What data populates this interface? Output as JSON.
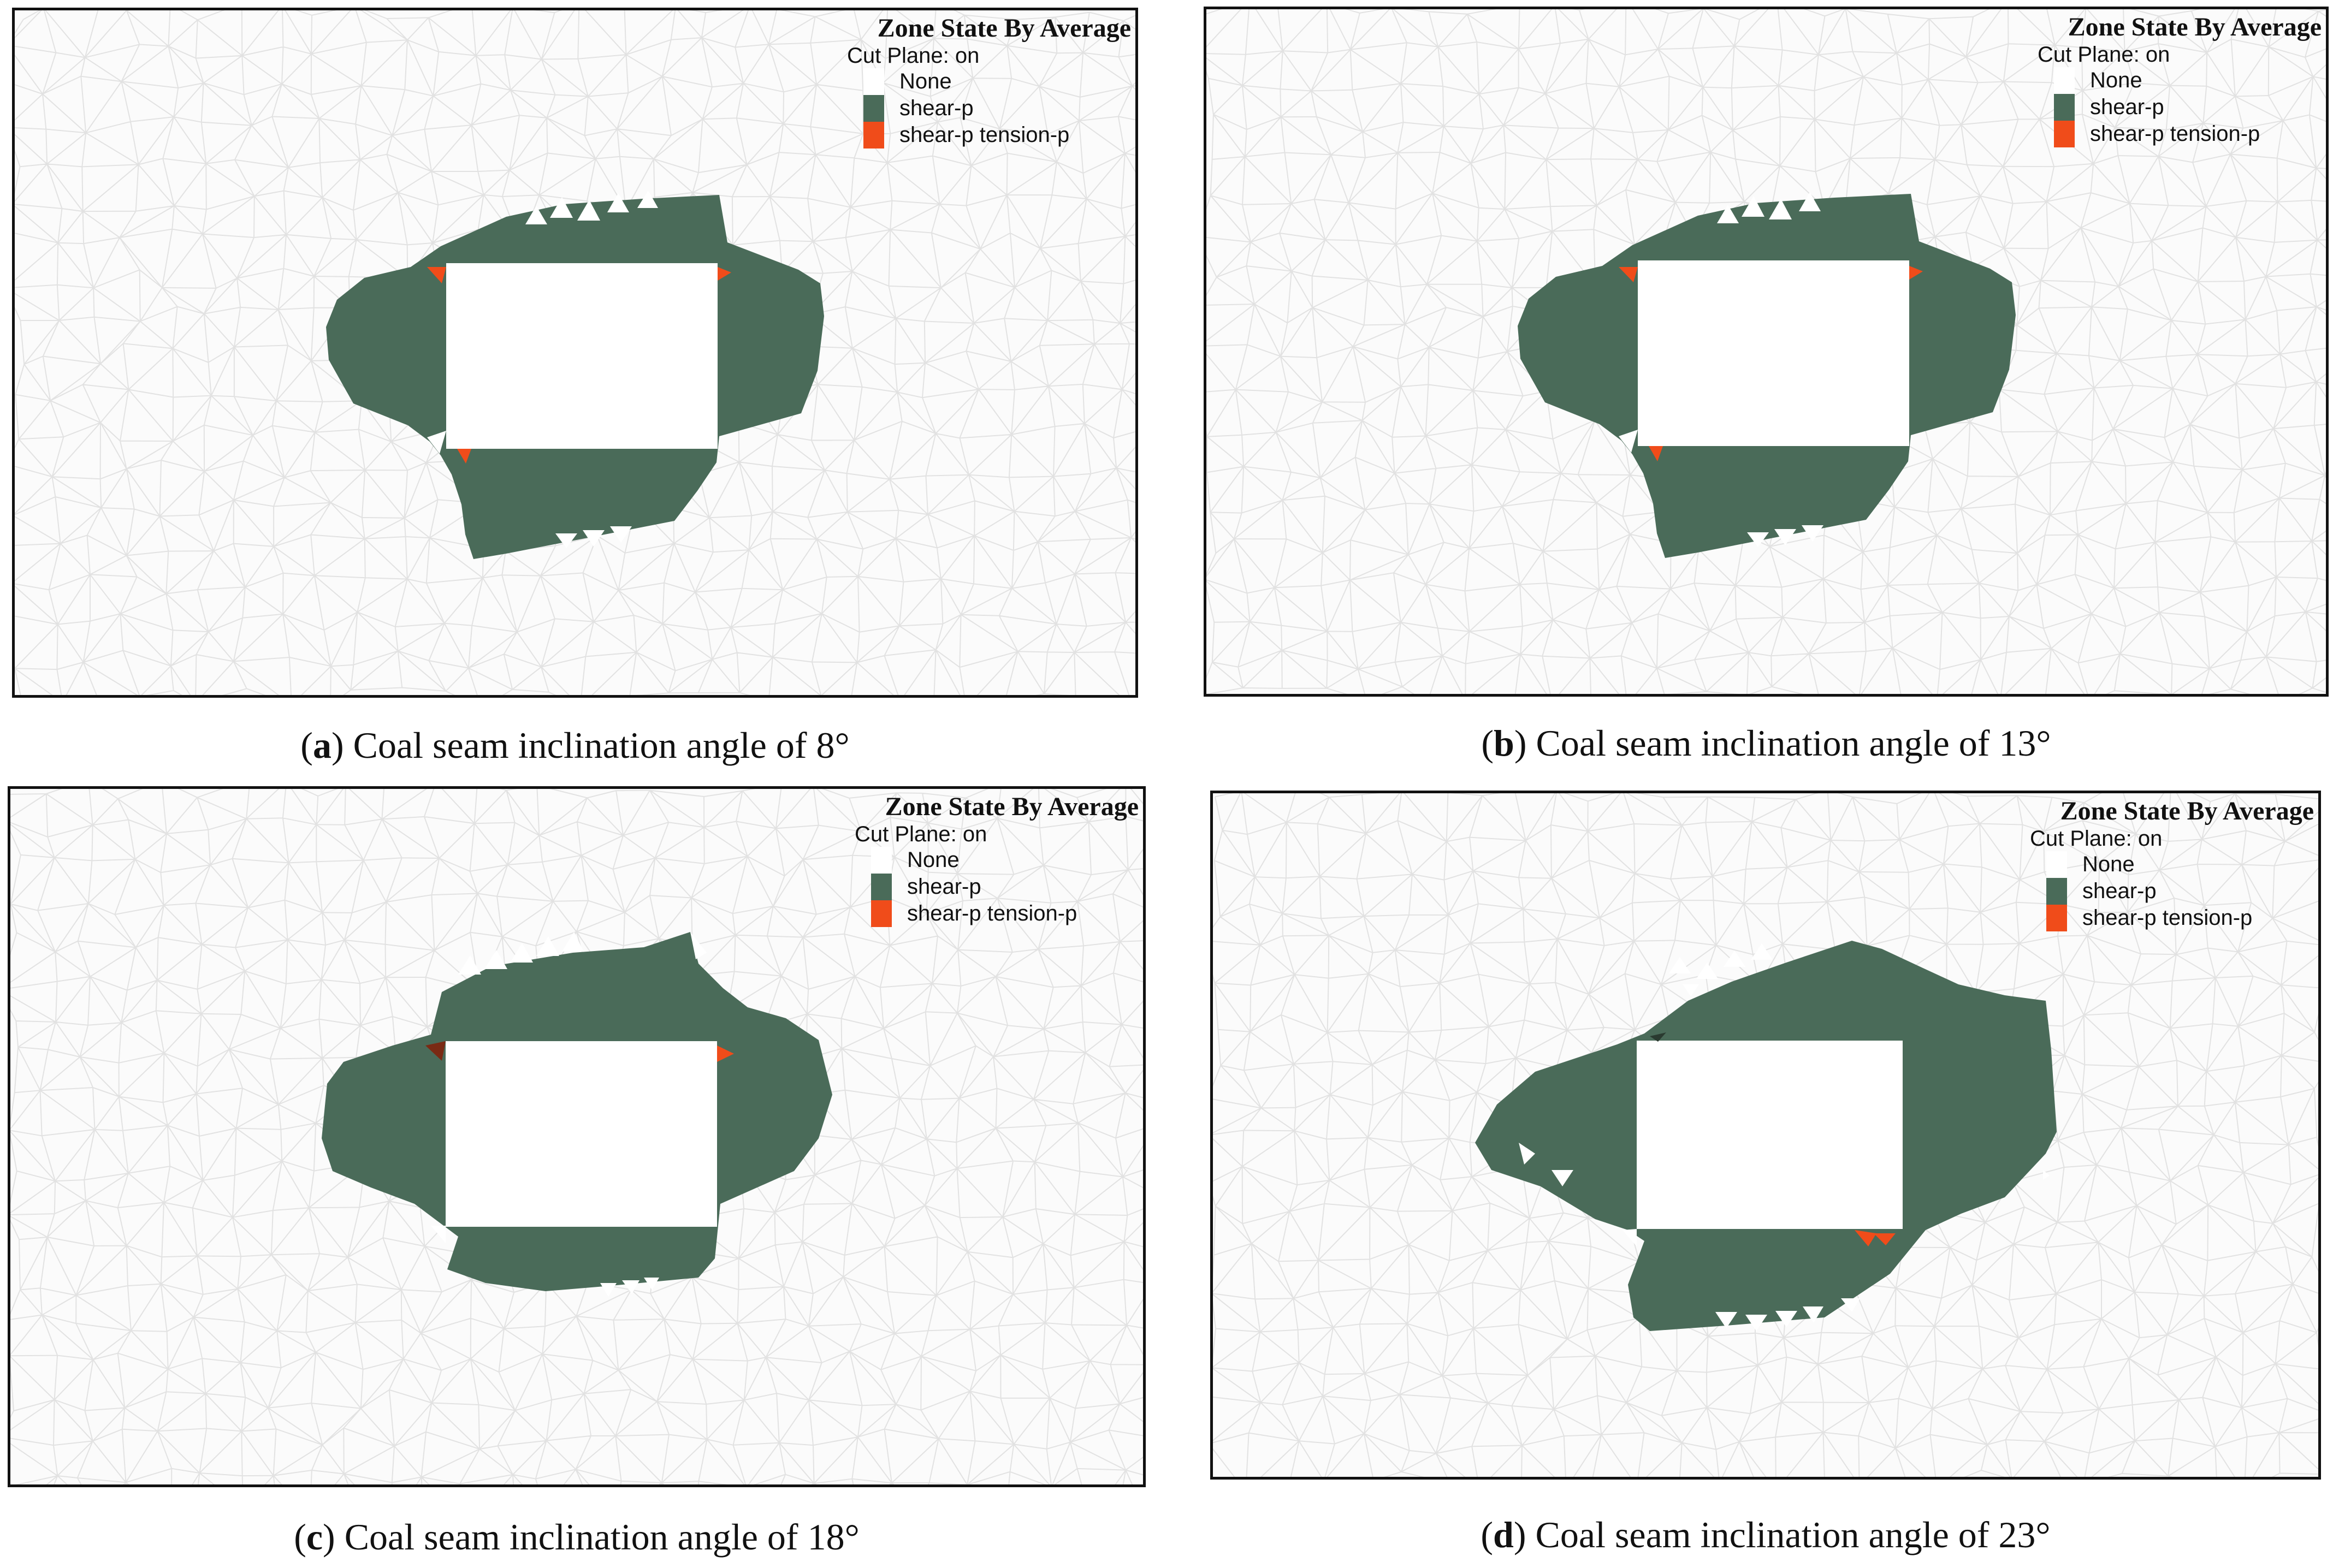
{
  "legend": {
    "title": "Zone State By Average",
    "subtitle": "Cut Plane: on",
    "items": [
      {
        "label": "None",
        "color": "#ffffff"
      },
      {
        "label": "shear-p",
        "color": "#4a6b59"
      },
      {
        "label": "shear-p tension-p",
        "color": "#f04c1a"
      }
    ]
  },
  "colors": {
    "shear": "#4a6b59",
    "tension": "#f04c1a",
    "opening": "#ffffff",
    "mesh_lines": "#e2e2e2"
  },
  "panels": [
    {
      "letter": "a",
      "caption": " Coal seam inclination angle of 8°"
    },
    {
      "letter": "b",
      "caption": " Coal seam inclination angle of 13°"
    },
    {
      "letter": "c",
      "caption": " Coal seam inclination angle of 18°"
    },
    {
      "letter": "d",
      "caption": " Coal seam inclination angle of 23°"
    }
  ]
}
